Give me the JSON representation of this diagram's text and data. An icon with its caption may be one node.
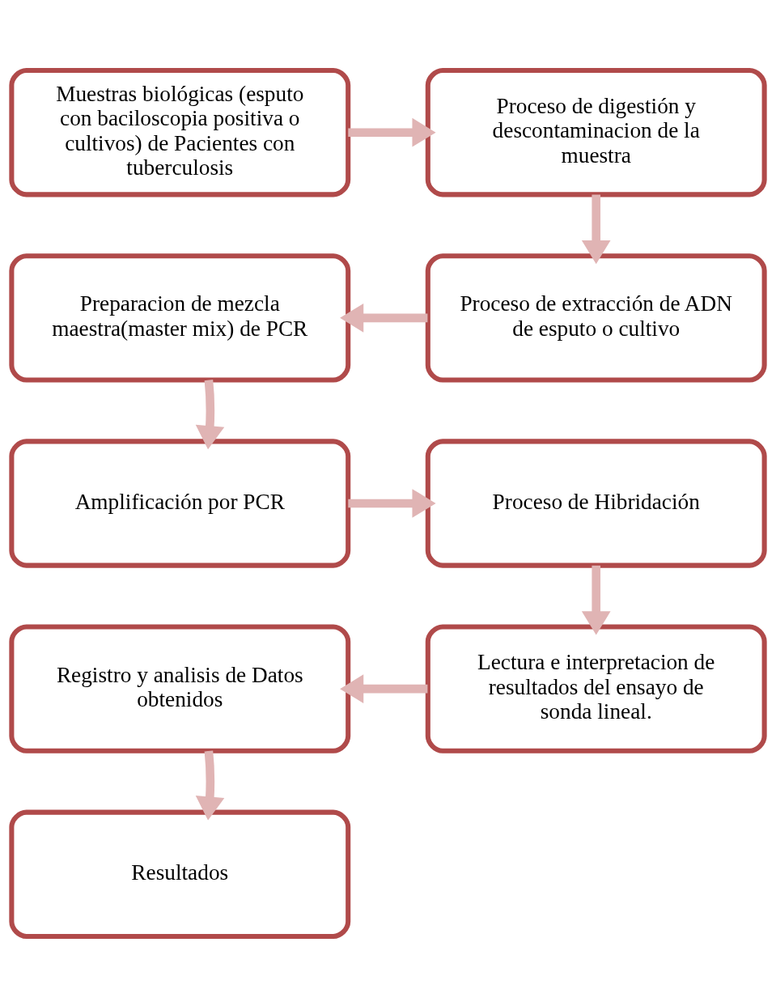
{
  "diagram": {
    "nodes": [
      {
        "text": [
          "Muestras biológicas (esputo con baciloscopia positiva o cultivos) de Pacientes con tuberculosis"
        ]
      },
      {
        "text": [
          "Proceso de digestión y descontaminacion de la muestra"
        ]
      },
      {
        "text": [
          "Proceso de extracción de ADN de esputo o cultivo"
        ]
      },
      {
        "text": [
          "Preparacion de mezcla maestra(master mix) de PCR"
        ]
      },
      {
        "text": [
          "Amplificación por PCR"
        ]
      },
      {
        "text": [
          "Proceso de Hibridación"
        ]
      },
      {
        "text": [
          "Lectura e interpretacion de resultados del ensayo de sonda lineal."
        ]
      },
      {
        "text": [
          "Registro y analisis de Datos obtenidos"
        ]
      },
      {
        "text": [
          "Resultados"
        ]
      }
    ],
    "edges": [
      {
        "from": 0,
        "to": 1,
        "arrow": "to"
      },
      {
        "from": 1,
        "to": 2,
        "arrow": "to"
      },
      {
        "from": 2,
        "to": 3,
        "arrow": "to"
      },
      {
        "from": 3,
        "to": 4,
        "arrow": "to"
      },
      {
        "from": 4,
        "to": 5,
        "arrow": "to"
      },
      {
        "from": 5,
        "to": 6,
        "arrow": "to"
      },
      {
        "from": 6,
        "to": 7,
        "arrow": "to"
      },
      {
        "from": 7,
        "to": 8,
        "arrow": "to"
      }
    ]
  }
}
